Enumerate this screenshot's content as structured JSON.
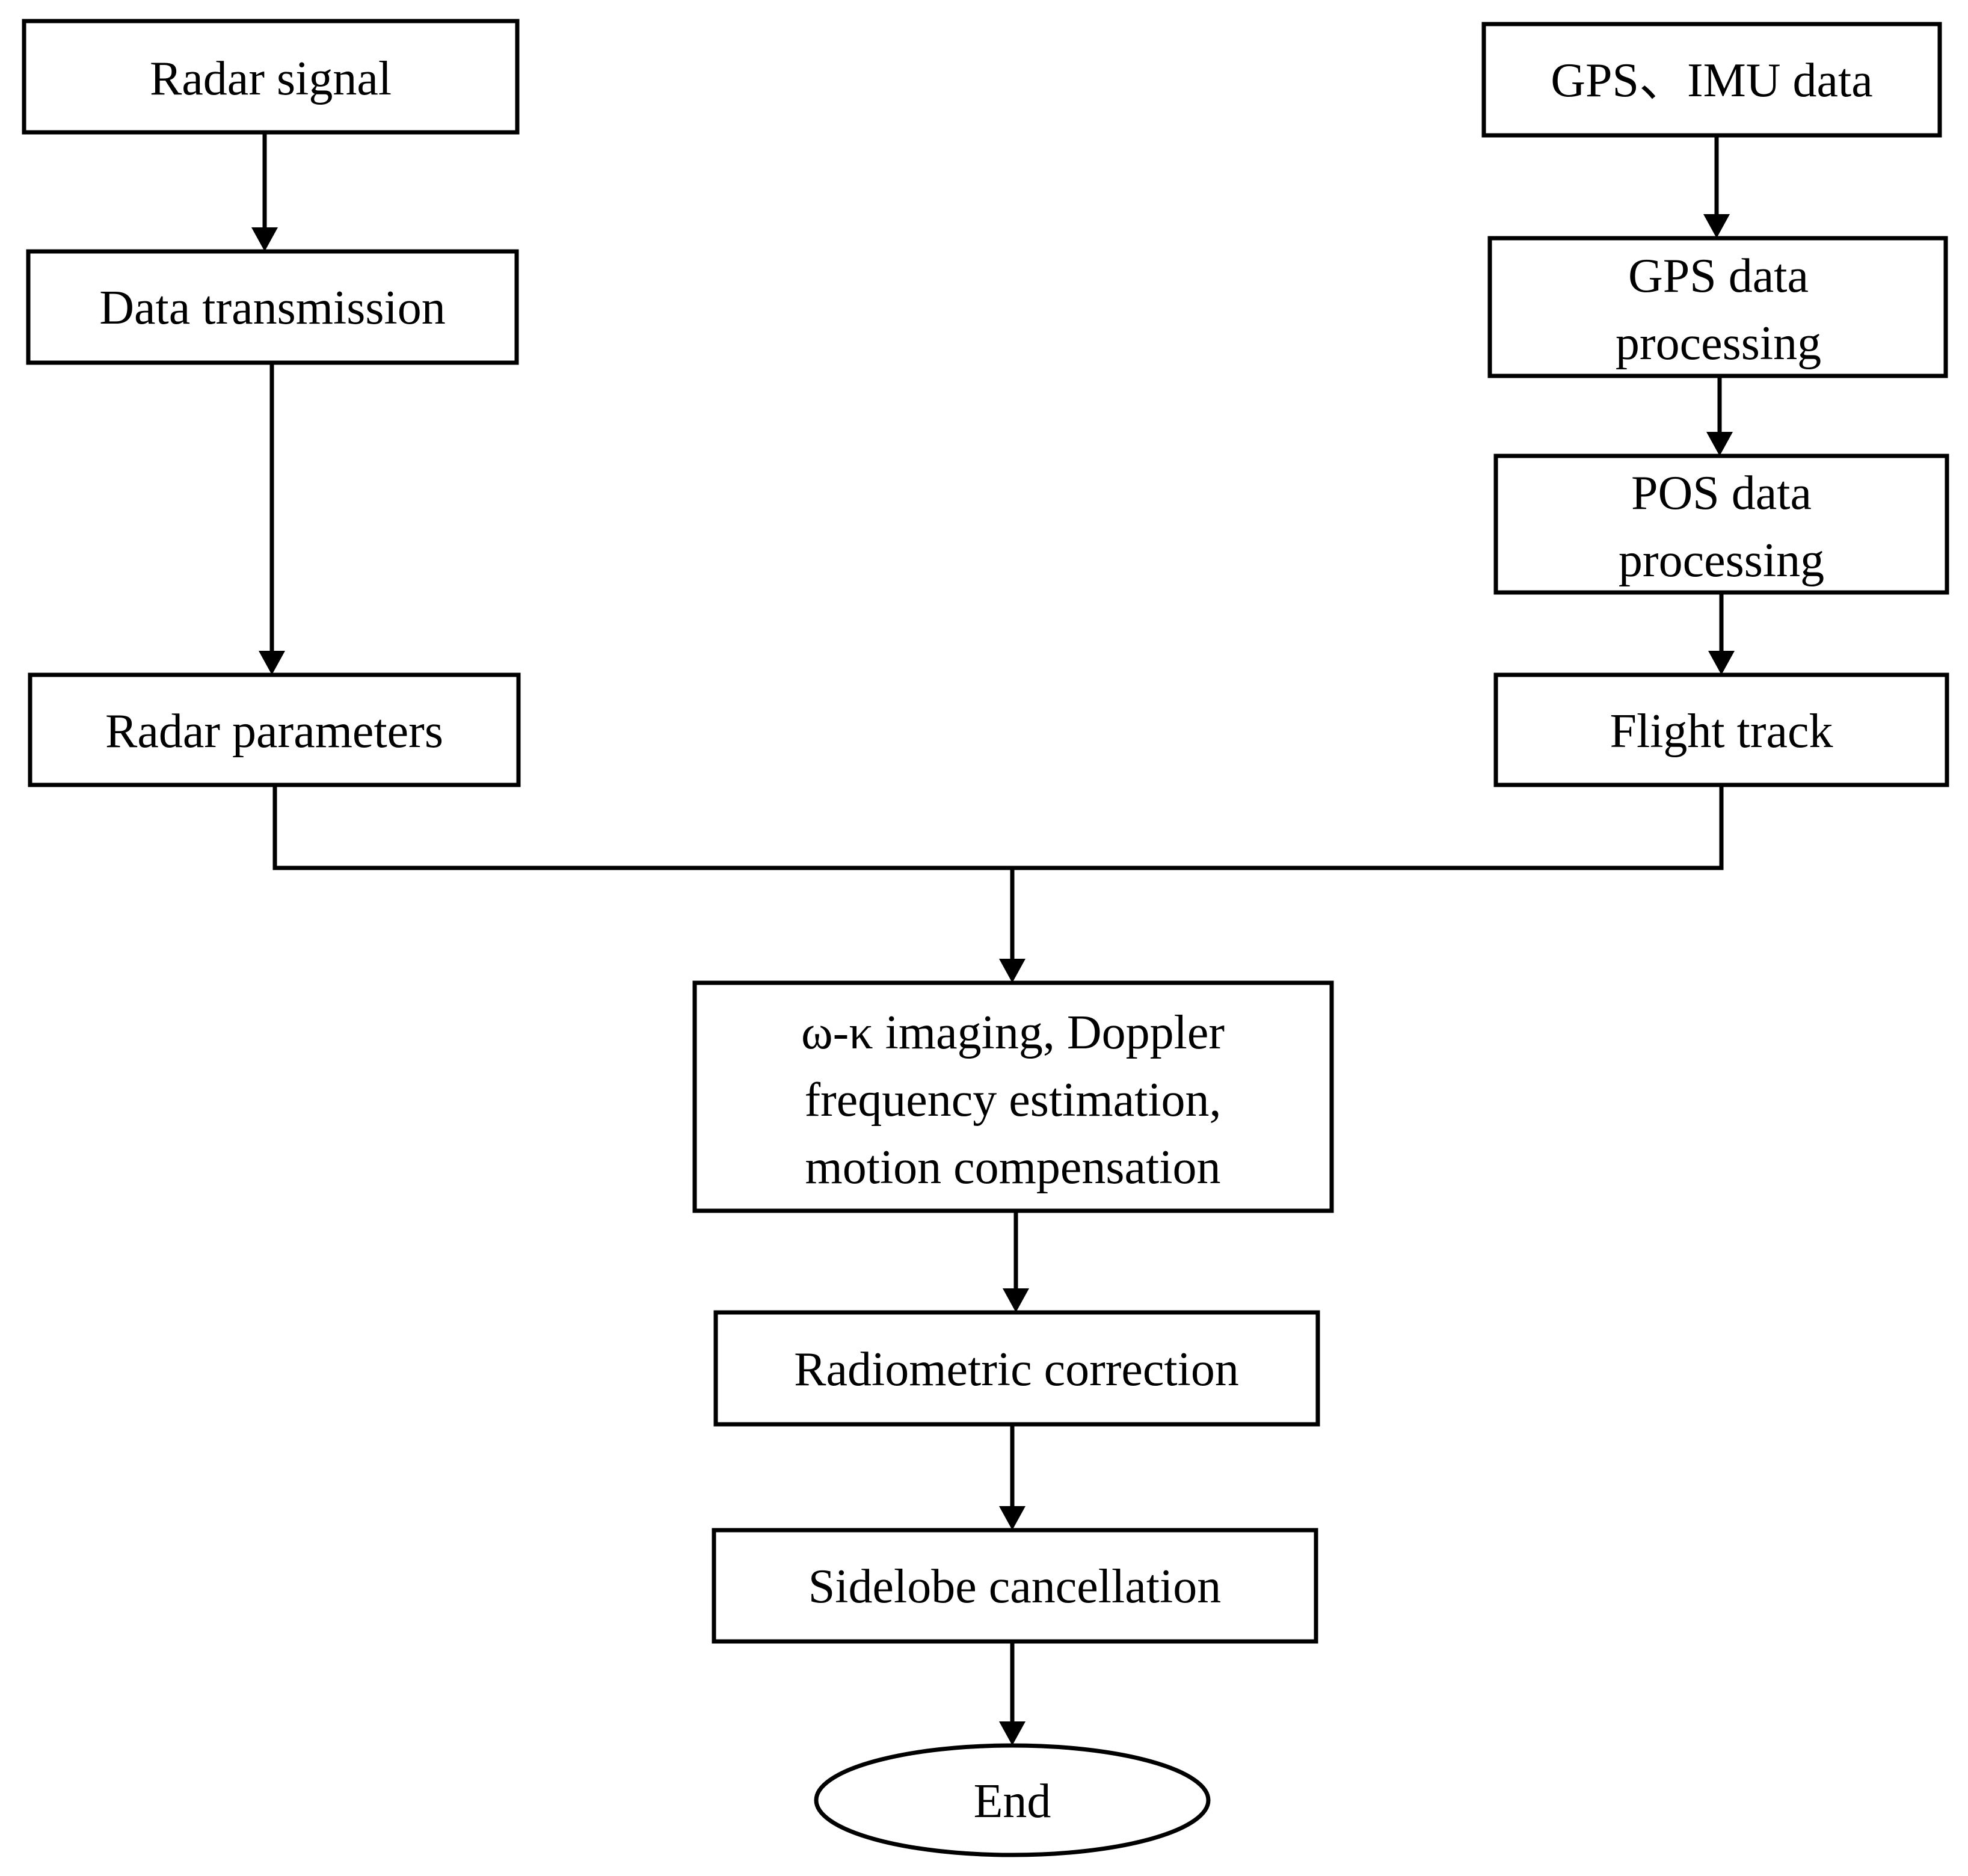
{
  "nodes": {
    "radar_signal": {
      "label": [
        "Radar signal"
      ]
    },
    "data_transmission": {
      "label": [
        "Data transmission"
      ]
    },
    "radar_parameters": {
      "label": [
        "Radar parameters"
      ]
    },
    "gps_imu_data": {
      "label": [
        "GPS、IMU data"
      ]
    },
    "gps_data_processing": {
      "label": [
        "GPS data",
        "processing"
      ]
    },
    "pos_data_processing": {
      "label": [
        "POS data",
        "processing"
      ]
    },
    "flight_track": {
      "label": [
        "Flight track"
      ]
    },
    "imaging": {
      "label": [
        "ω-κ imaging, Doppler",
        "frequency estimation,",
        "motion compensation"
      ]
    },
    "radiometric_correction": {
      "label": [
        "Radiometric correction"
      ]
    },
    "sidelobe_cancellation": {
      "label": [
        "Sidelobe cancellation"
      ]
    },
    "end": {
      "label": [
        "End"
      ]
    }
  },
  "edges": [
    {
      "from": "radar_signal",
      "to": "data_transmission"
    },
    {
      "from": "data_transmission",
      "to": "radar_parameters"
    },
    {
      "from": "gps_imu_data",
      "to": "gps_data_processing"
    },
    {
      "from": "gps_data_processing",
      "to": "pos_data_processing"
    },
    {
      "from": "pos_data_processing",
      "to": "flight_track"
    },
    {
      "from": "radar_parameters",
      "to": "imaging"
    },
    {
      "from": "flight_track",
      "to": "imaging"
    },
    {
      "from": "imaging",
      "to": "radiometric_correction"
    },
    {
      "from": "radiometric_correction",
      "to": "sidelobe_cancellation"
    },
    {
      "from": "sidelobe_cancellation",
      "to": "end"
    }
  ]
}
